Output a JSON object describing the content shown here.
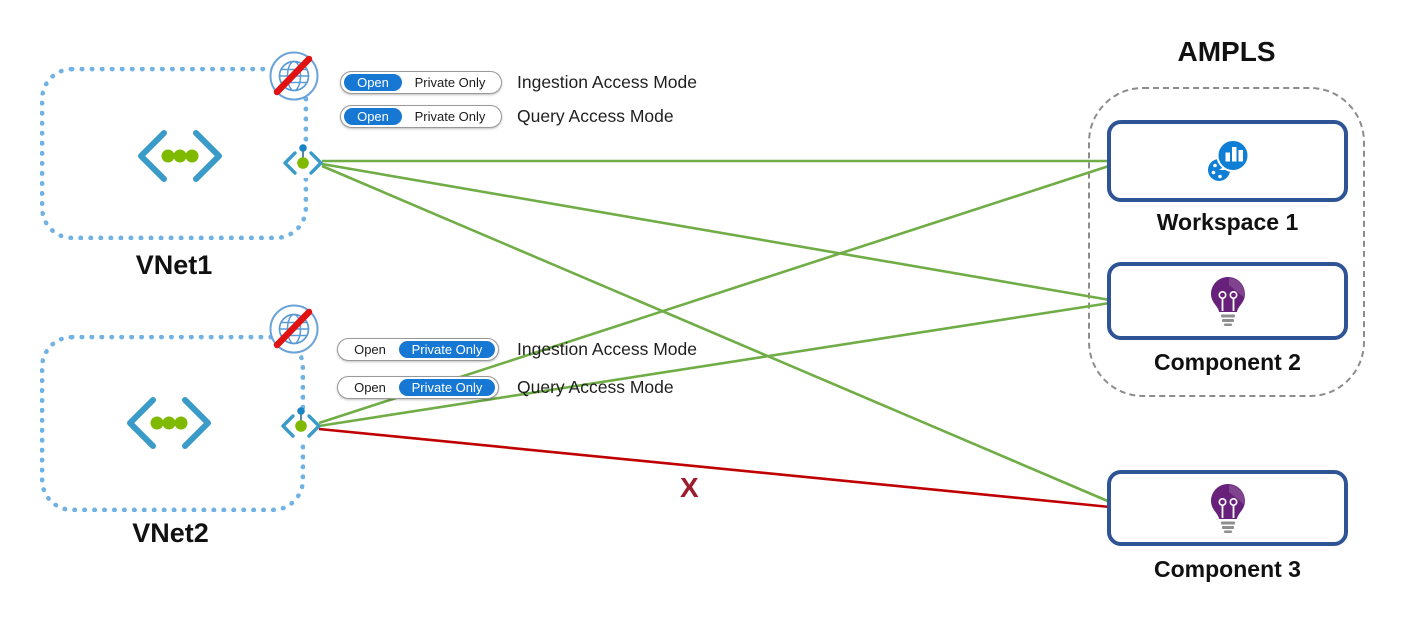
{
  "header": {
    "ampls_title": "AMPLS"
  },
  "toggle_options": {
    "open": "Open",
    "private_only": "Private Only"
  },
  "mode_labels": {
    "ingestion": "Ingestion Access Mode",
    "query": "Query Access Mode"
  },
  "vnet1": {
    "label": "VNet1",
    "ingestion_selected": "Open",
    "query_selected": "Open"
  },
  "vnet2": {
    "label": "VNet2",
    "ingestion_selected": "Private Only",
    "query_selected": "Private Only"
  },
  "resources": {
    "workspace1": {
      "label": "Workspace 1",
      "inside_ampls": true
    },
    "component2": {
      "label": "Component 2",
      "inside_ampls": true
    },
    "component3": {
      "label": "Component 3",
      "inside_ampls": false
    }
  },
  "blocked_marker": "X",
  "connections": [
    {
      "from": "VNet1",
      "to": "Workspace 1",
      "status": "allowed"
    },
    {
      "from": "VNet1",
      "to": "Component 2",
      "status": "allowed"
    },
    {
      "from": "VNet1",
      "to": "Component 3",
      "status": "allowed"
    },
    {
      "from": "VNet2",
      "to": "Workspace 1",
      "status": "allowed"
    },
    {
      "from": "VNet2",
      "to": "Component 2",
      "status": "allowed"
    },
    {
      "from": "VNet2",
      "to": "Component 3",
      "status": "blocked"
    }
  ],
  "colors": {
    "allowed_line": "#70ad47",
    "blocked_line": "#c00000",
    "toggle_selected": "#1778d4",
    "vnet_border": "#71b2e4",
    "resource_border": "#2f5496",
    "ampls_border": "#8c8c8c",
    "blocked_x": "#9c1c2e"
  }
}
